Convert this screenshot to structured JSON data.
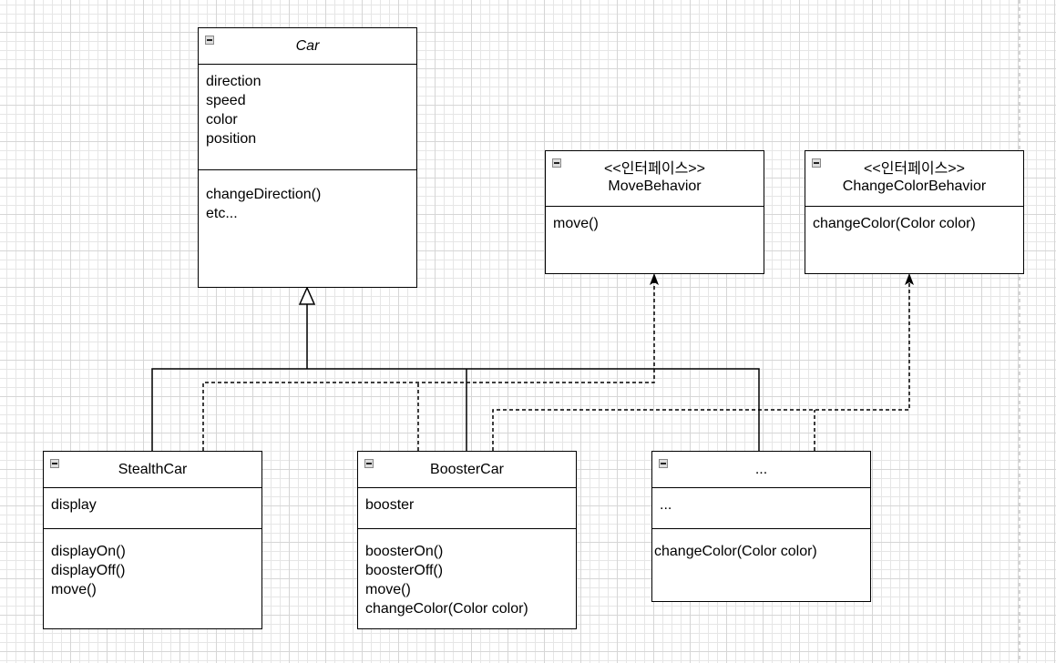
{
  "classes": {
    "car": {
      "name": "Car",
      "attributes": [
        "direction",
        "speed",
        "color",
        "position"
      ],
      "methods": [
        "changeDirection()",
        "etc..."
      ]
    },
    "move_behavior": {
      "stereotype": "<<인터페이스>>",
      "name": "MoveBehavior",
      "methods": [
        "move()"
      ]
    },
    "change_color_behavior": {
      "stereotype": "<<인터페이스>>",
      "name": "ChangeColorBehavior",
      "methods": [
        "changeColor(Color color)"
      ]
    },
    "stealth_car": {
      "name": "StealthCar",
      "attributes": [
        "display"
      ],
      "methods": [
        "displayOn()",
        "displayOff()",
        "move()"
      ]
    },
    "booster_car": {
      "name": "BoosterCar",
      "attributes": [
        "booster"
      ],
      "methods": [
        "boosterOn()",
        "boosterOff()",
        "move()",
        "changeColor(Color color)"
      ]
    },
    "other_car": {
      "name": "...",
      "attributes": [
        "..."
      ],
      "methods": [
        "changeColor(Color color)"
      ]
    }
  },
  "relations": [
    {
      "type": "generalization",
      "from": "StealthCar",
      "to": "Car"
    },
    {
      "type": "generalization",
      "from": "BoosterCar",
      "to": "Car"
    },
    {
      "type": "generalization",
      "from": "...",
      "to": "Car"
    },
    {
      "type": "realization",
      "from": "StealthCar",
      "to": "MoveBehavior"
    },
    {
      "type": "realization",
      "from": "BoosterCar",
      "to": "MoveBehavior"
    },
    {
      "type": "realization",
      "from": "BoosterCar",
      "to": "ChangeColorBehavior"
    },
    {
      "type": "realization",
      "from": "...",
      "to": "ChangeColorBehavior"
    }
  ]
}
